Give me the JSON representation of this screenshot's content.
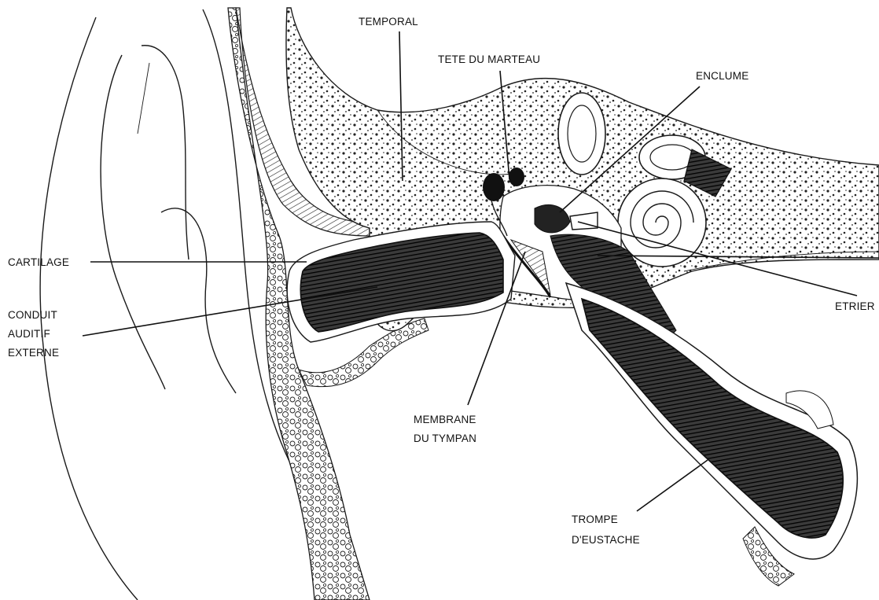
{
  "labels": {
    "temporal": "TEMPORAL",
    "tete_du_marteau": "TETE DU MARTEAU",
    "enclume": "ENCLUME",
    "cartilage": "CARTILAGE",
    "conduit_line1": "CONDUIT",
    "conduit_line2": "AUDITIF",
    "conduit_line3": "EXTERNE",
    "etrier": "ETRIER",
    "membrane_line1": "MEMBRANE",
    "membrane_line2": "DU TYMPAN",
    "trompe_line1": "TROMPE",
    "trompe_line2": "D'EUSTACHE"
  },
  "colors": {
    "ink": "#1a1a1a",
    "paper": "#ffffff",
    "bone": "#f4f4f4"
  }
}
